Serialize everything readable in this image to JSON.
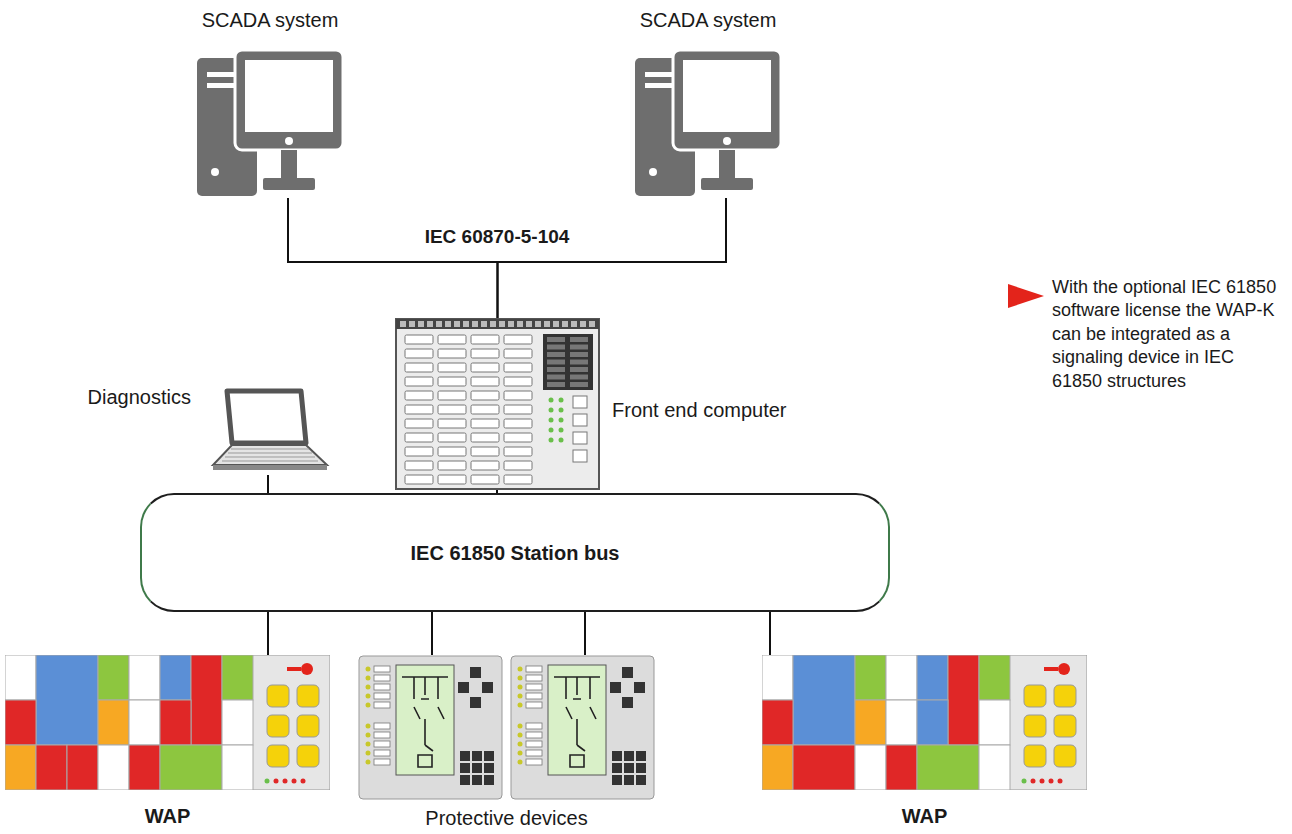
{
  "diagram": {
    "nodes": [
      {
        "text": [
          "SCADA system"
        ]
      },
      {
        "text": [
          "SCADA system"
        ]
      },
      {
        "text": [
          "Diagnostics"
        ]
      },
      {
        "text": [
          "Front end computer"
        ]
      },
      {
        "text": [
          "IEC 61850 Station bus"
        ]
      },
      {
        "text": [
          "WAP"
        ]
      },
      {
        "text": [
          "Protective devices"
        ]
      },
      {
        "text": [
          "WAP"
        ]
      }
    ],
    "edges": [
      {
        "from": 0,
        "to": 3,
        "arrow": "none",
        "label": "IEC 60870-5-104"
      },
      {
        "from": 1,
        "to": 3,
        "arrow": "none"
      },
      {
        "from": 2,
        "to": 4,
        "arrow": "none"
      },
      {
        "from": 3,
        "to": 4,
        "arrow": "none"
      },
      {
        "from": 4,
        "to": 5,
        "arrow": "none"
      },
      {
        "from": 4,
        "to": 6,
        "arrow": "none"
      },
      {
        "from": 4,
        "to": 7,
        "arrow": "none"
      }
    ],
    "labels": [
      "With the optional IEC 61850 software license the WAP-K can be integrated as a signaling device in IEC 61850 structures"
    ]
  }
}
